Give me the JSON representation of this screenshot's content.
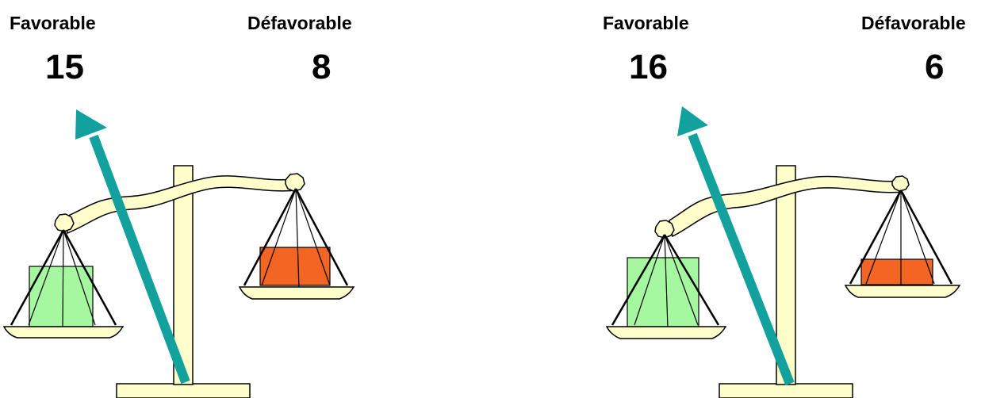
{
  "colors": {
    "beam_fill": "#FFFFCC",
    "favorable_block": "#A6F8A0",
    "defavorable_block": "#F26522",
    "arrow": "#13A19D",
    "outline": "#000000"
  },
  "scales": [
    {
      "favorable_label": "Favorable",
      "defavorable_label": "Défavorable",
      "favorable_count": "15",
      "defavorable_count": "8"
    },
    {
      "favorable_label": "Favorable",
      "defavorable_label": "Défavorable",
      "favorable_count": "16",
      "defavorable_count": "6"
    }
  ]
}
